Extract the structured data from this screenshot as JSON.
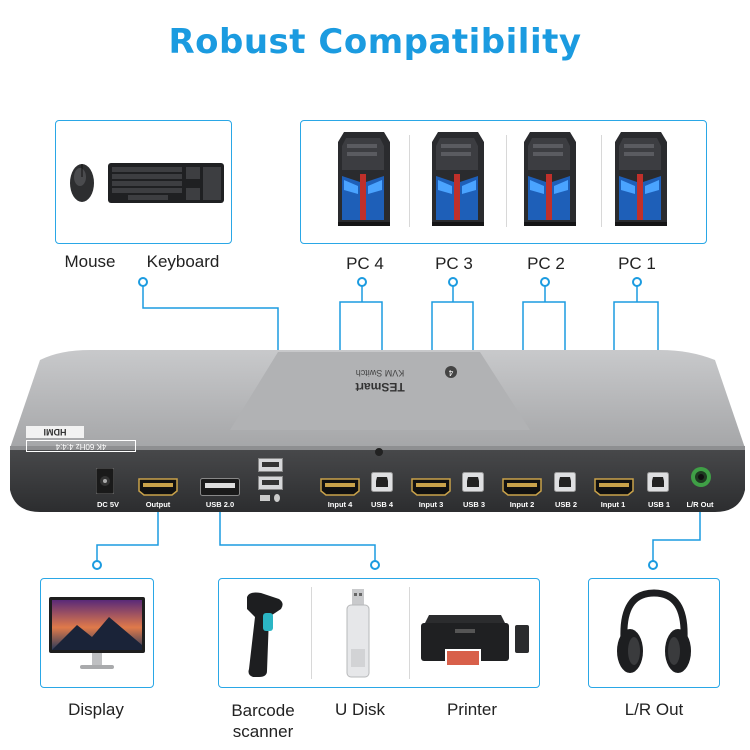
{
  "title": "Robust Compatibility",
  "top_devices": {
    "peripherals": [
      "Mouse",
      "Keyboard"
    ],
    "pcs": [
      "PC 4",
      "PC 3",
      "PC 2",
      "PC 1"
    ]
  },
  "device": {
    "brand": "TESmart",
    "product": "KVM Switch",
    "port_count_badge": "4",
    "logo_badge": "HDMI",
    "spec_badge": "4K 60Hz 4:4:4",
    "port_labels": {
      "dc": "DC 5V",
      "output": "Output",
      "usb20": "USB 2.0",
      "input4": "Input 4",
      "usb4": "USB 4",
      "input3": "Input 3",
      "usb3": "USB 3",
      "input2": "Input 2",
      "usb2": "USB 2",
      "input1": "Input 1",
      "usb1": "USB 1",
      "lrout": "L/R Out"
    }
  },
  "bottom_devices": {
    "display": "Display",
    "barcode": "Barcode scanner",
    "udisk": "U Disk",
    "printer": "Printer",
    "audio": "L/R Out"
  },
  "colors": {
    "accent": "#1b9be0",
    "box_border": "#2aa7e6",
    "device_body": "#b5b6b8",
    "device_front": "#3a3b3d"
  }
}
